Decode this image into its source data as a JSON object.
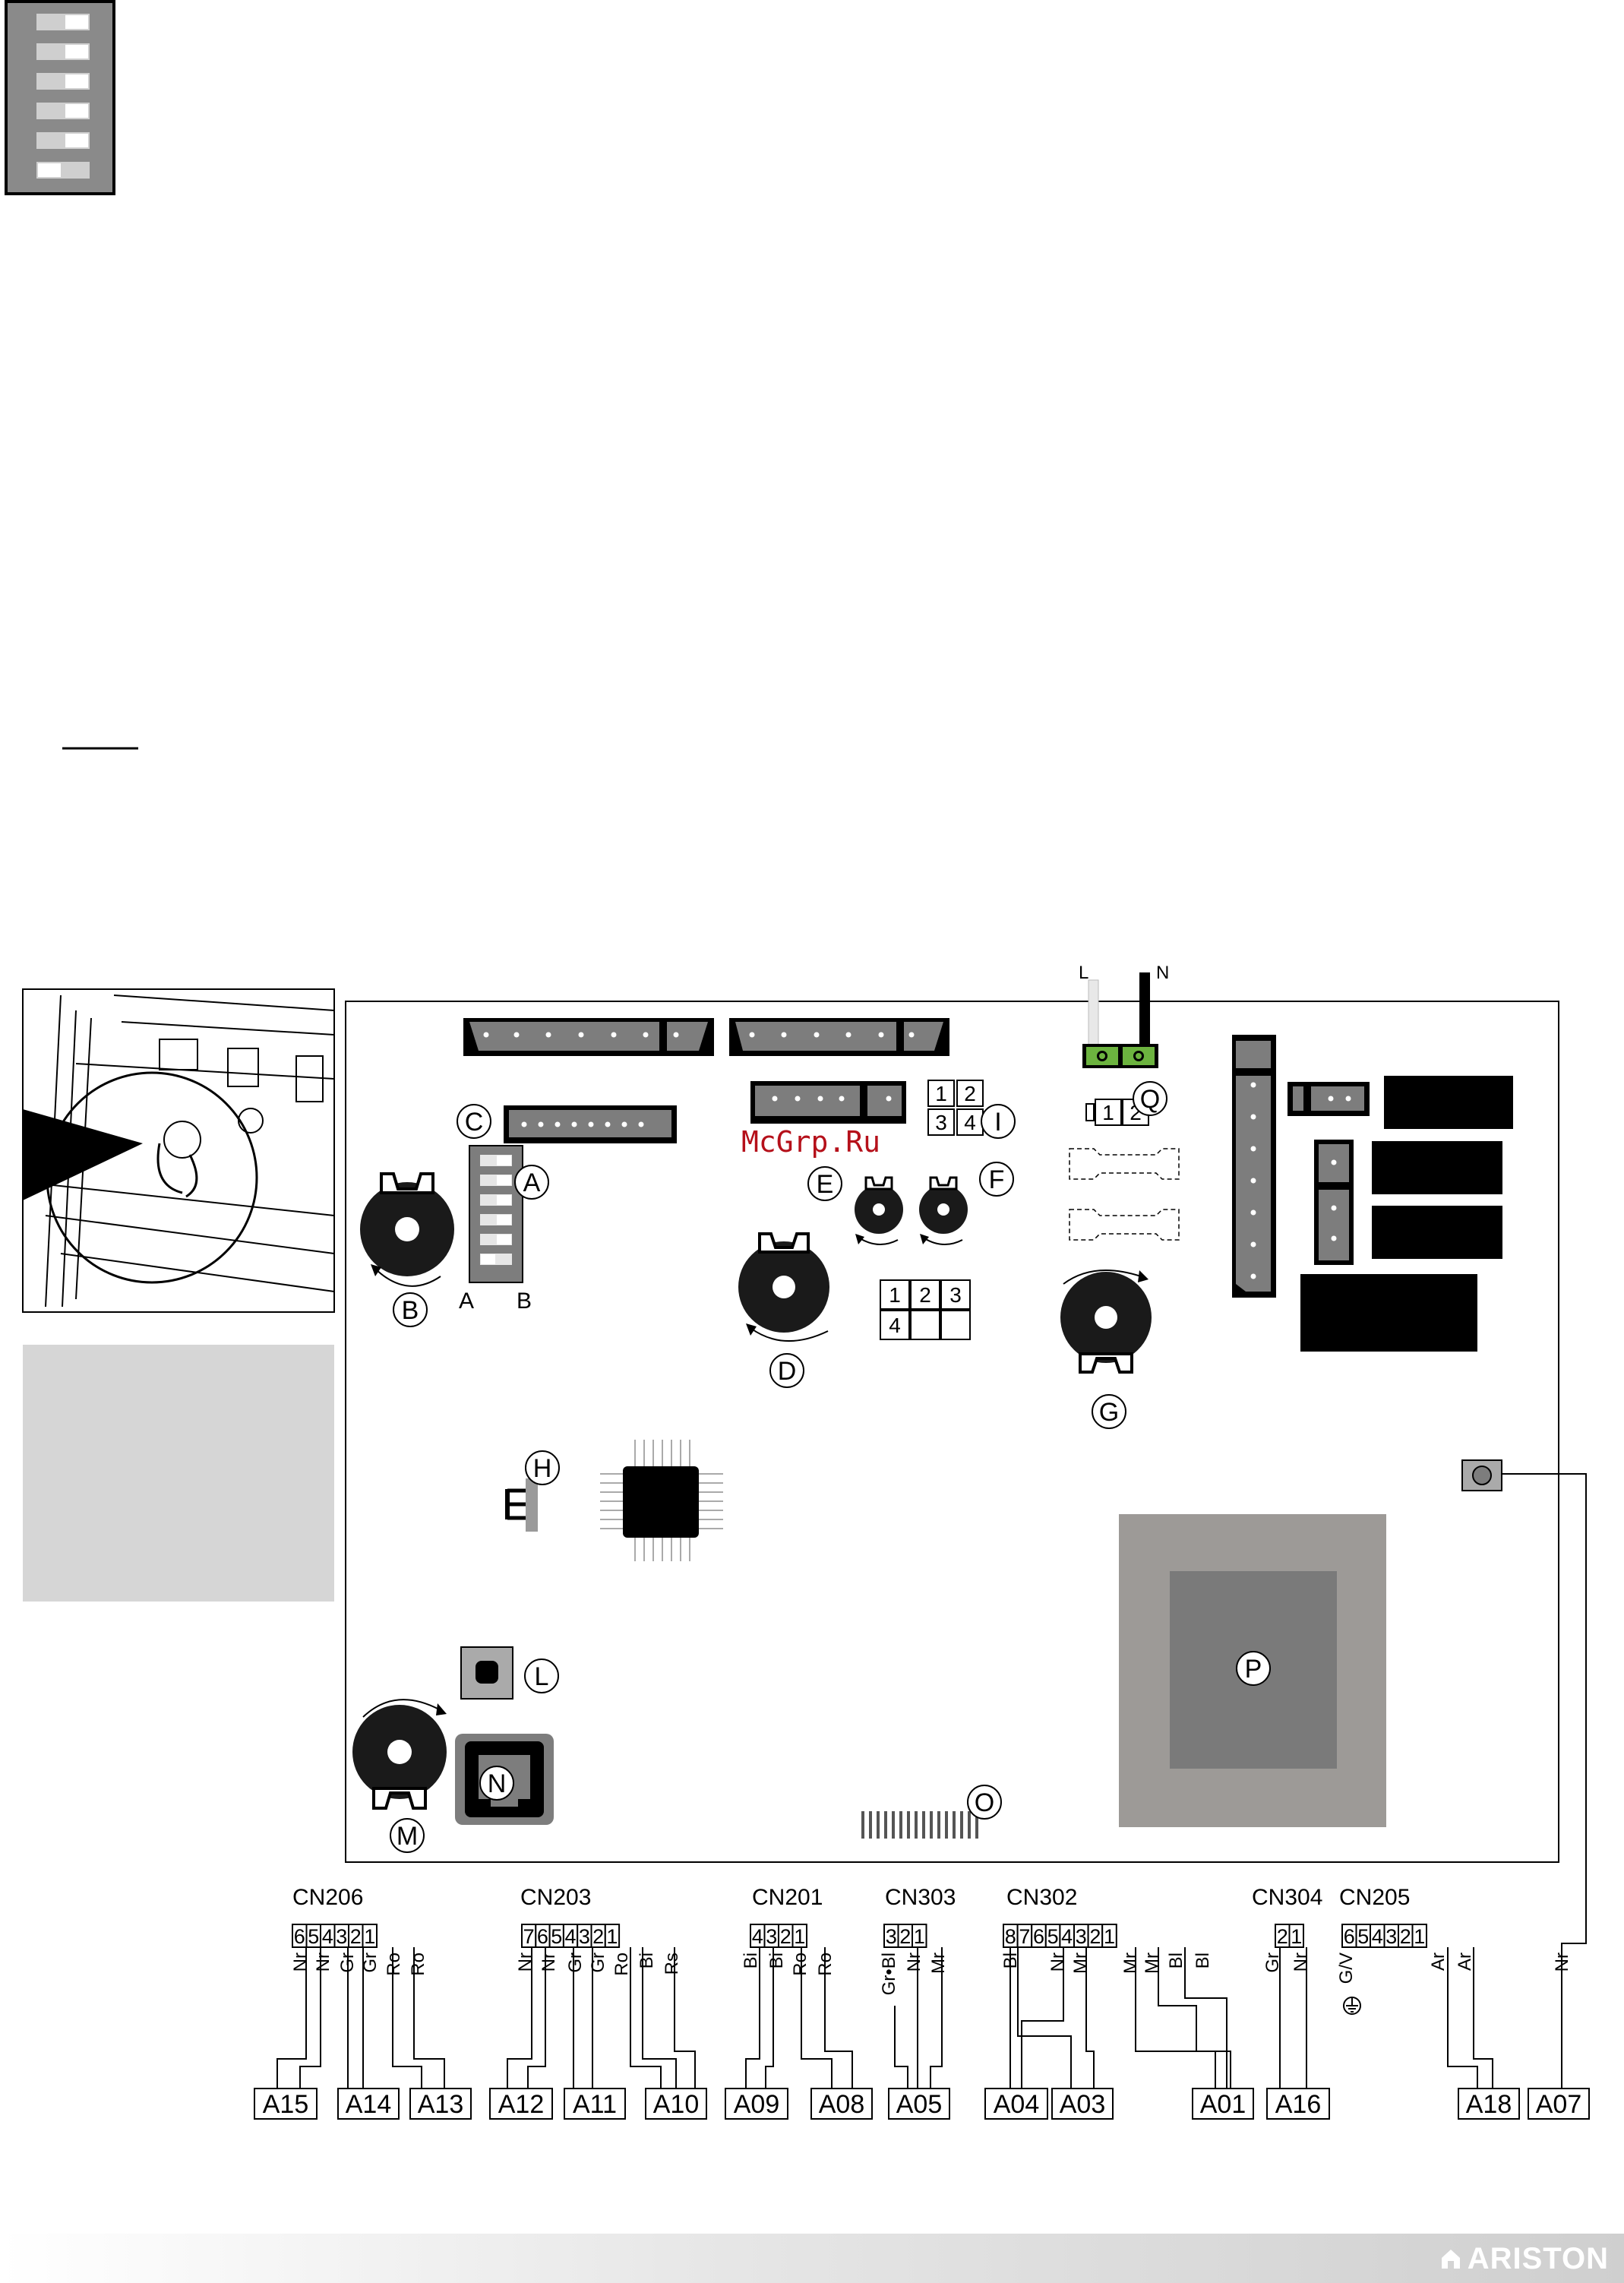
{
  "diagram": {
    "watermark": "McGrp.Ru",
    "power": {
      "l": "L",
      "n": "N"
    },
    "component_labels": {
      "A": "A",
      "B": "B",
      "C": "C",
      "D": "D",
      "E": "E",
      "F": "F",
      "G": "G",
      "H": "H",
      "I": "I",
      "L": "L",
      "M": "M",
      "N": "N",
      "O": "O",
      "P": "P",
      "Q": "Q"
    },
    "dip_switch_letters": {
      "a": "A",
      "b": "B"
    },
    "jumper_block_i": [
      "1",
      "2",
      "3",
      "4"
    ],
    "connector_q_pins": [
      "1",
      "2"
    ],
    "jumper_block_4": [
      "1",
      "2",
      "3",
      "4"
    ],
    "connectors": [
      {
        "name": "CN206",
        "pins": [
          "6",
          "5",
          "4",
          "3",
          "2",
          "1"
        ],
        "wires": [
          "Nr",
          "Nr",
          "Gr",
          "Gr",
          "Ro",
          "Ro"
        ]
      },
      {
        "name": "CN203",
        "pins": [
          "7",
          "6",
          "5",
          "4",
          "3",
          "2",
          "1"
        ],
        "wires": [
          "Nr",
          "Nr",
          "Gr",
          "Gr",
          "Ro",
          "Bi",
          "Rs"
        ]
      },
      {
        "name": "CN201",
        "pins": [
          "4",
          "3",
          "2",
          "1"
        ],
        "wires": [
          "Bi",
          "Bi",
          "Ro",
          "Ro"
        ]
      },
      {
        "name": "CN303",
        "pins": [
          "3",
          "2",
          "1"
        ],
        "wires": [
          "Gr•Bl",
          "Nr",
          "Mr"
        ]
      },
      {
        "name": "CN302",
        "pins": [
          "8",
          "7",
          "6",
          "5",
          "4",
          "3",
          "2",
          "1"
        ],
        "wires": [
          "Bl",
          "Nr",
          "Mr",
          "Mr",
          "Mr",
          "Bl",
          "Bl"
        ]
      },
      {
        "name": "CN304",
        "pins": [
          "2",
          "1"
        ],
        "wires": [
          "Gr",
          "Nr"
        ]
      },
      {
        "name": "CN205",
        "pins": [
          "6",
          "5",
          "4",
          "3",
          "2",
          "1"
        ],
        "wires": [
          "G/V",
          "Ar",
          "Ar"
        ]
      }
    ],
    "right_wire": "Nr",
    "terminals": [
      "A15",
      "A14",
      "A13",
      "A12",
      "A11",
      "A10",
      "A09",
      "A08",
      "A05",
      "A04",
      "A03",
      "A01",
      "A16",
      "A18",
      "A07"
    ]
  },
  "footer": {
    "brand": "ARISTON"
  },
  "colors": {
    "board_outline": "#000000",
    "component_dark": "#1a1a1a",
    "component_grey": "#7d7d7d",
    "terminal_green": "#6cb33f",
    "watermark": "#b5101a",
    "panel_grey": "#d6d6d6"
  }
}
